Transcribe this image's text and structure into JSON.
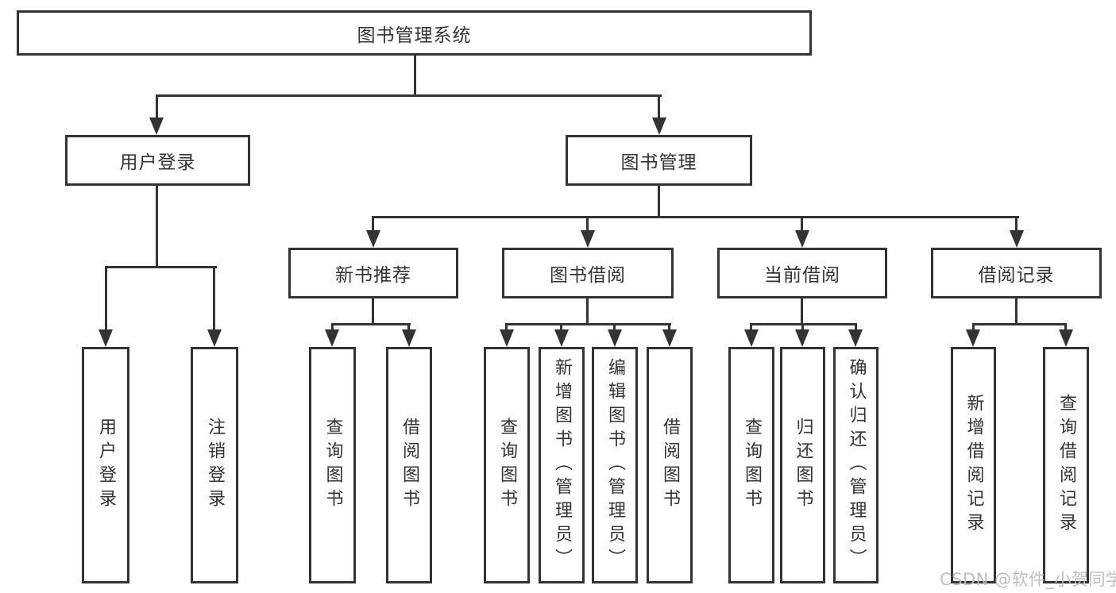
{
  "diagram_type": "hierarchy-diagram",
  "colors": {
    "line": "#333333",
    "text": "#333333",
    "background": "#ffffff",
    "watermark": "#bcbcbc"
  },
  "nodes": {
    "root": {
      "label": "图书管理系统"
    },
    "user_login": {
      "label": "用户登录"
    },
    "book_mgmt": {
      "label": "图书管理"
    },
    "new_books": {
      "label": "新书推荐"
    },
    "book_borrow": {
      "label": "图书借阅"
    },
    "current_borrow": {
      "label": "当前借阅"
    },
    "borrow_records": {
      "label": "借阅记录"
    },
    "leaf_user_login": {
      "label": "用户登录"
    },
    "leaf_logout": {
      "label": "注销登录"
    },
    "leaf_nb_query": {
      "label": "查询图书"
    },
    "leaf_nb_borrow": {
      "label": "借阅图书"
    },
    "leaf_bb_query": {
      "label": "查询图书"
    },
    "leaf_bb_add": {
      "label": "新增图书（管理员）"
    },
    "leaf_bb_edit": {
      "label": "编辑图书（管理员）"
    },
    "leaf_bb_borrow": {
      "label": "借阅图书"
    },
    "leaf_cb_query": {
      "label": "查询图书"
    },
    "leaf_cb_return": {
      "label": "归还图书"
    },
    "leaf_cb_confirm": {
      "label": "确认归还（管理员）"
    },
    "leaf_br_add": {
      "label": "新增借阅记录"
    },
    "leaf_br_query": {
      "label": "查询借阅记录"
    }
  },
  "watermark": "CSDN @软件_小贺同学"
}
